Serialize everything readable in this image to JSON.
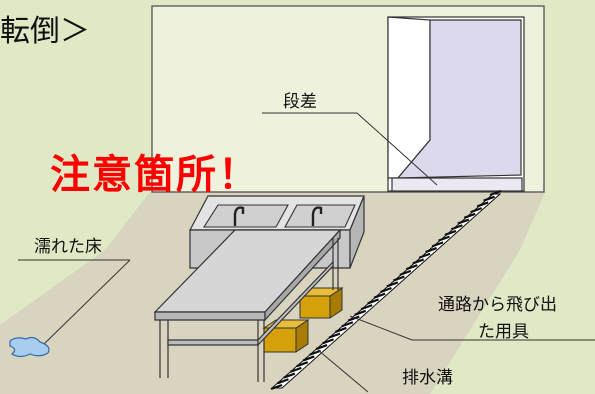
{
  "heading": "転倒＞",
  "warning": "注意箇所！",
  "labels": {
    "step": "段差",
    "wet_floor": "濡れた床",
    "protruding_line1": "通路から飛び出",
    "protruding_line2": "た用具",
    "drain": "排水溝"
  },
  "colors": {
    "background": "#dfe9c6",
    "floor": "#d9d4bf",
    "wall": "#eef2dd",
    "door": "#ddd9ec",
    "warning": "#ff0000",
    "box": "#d4a10a",
    "water": "#a9cdf0"
  }
}
